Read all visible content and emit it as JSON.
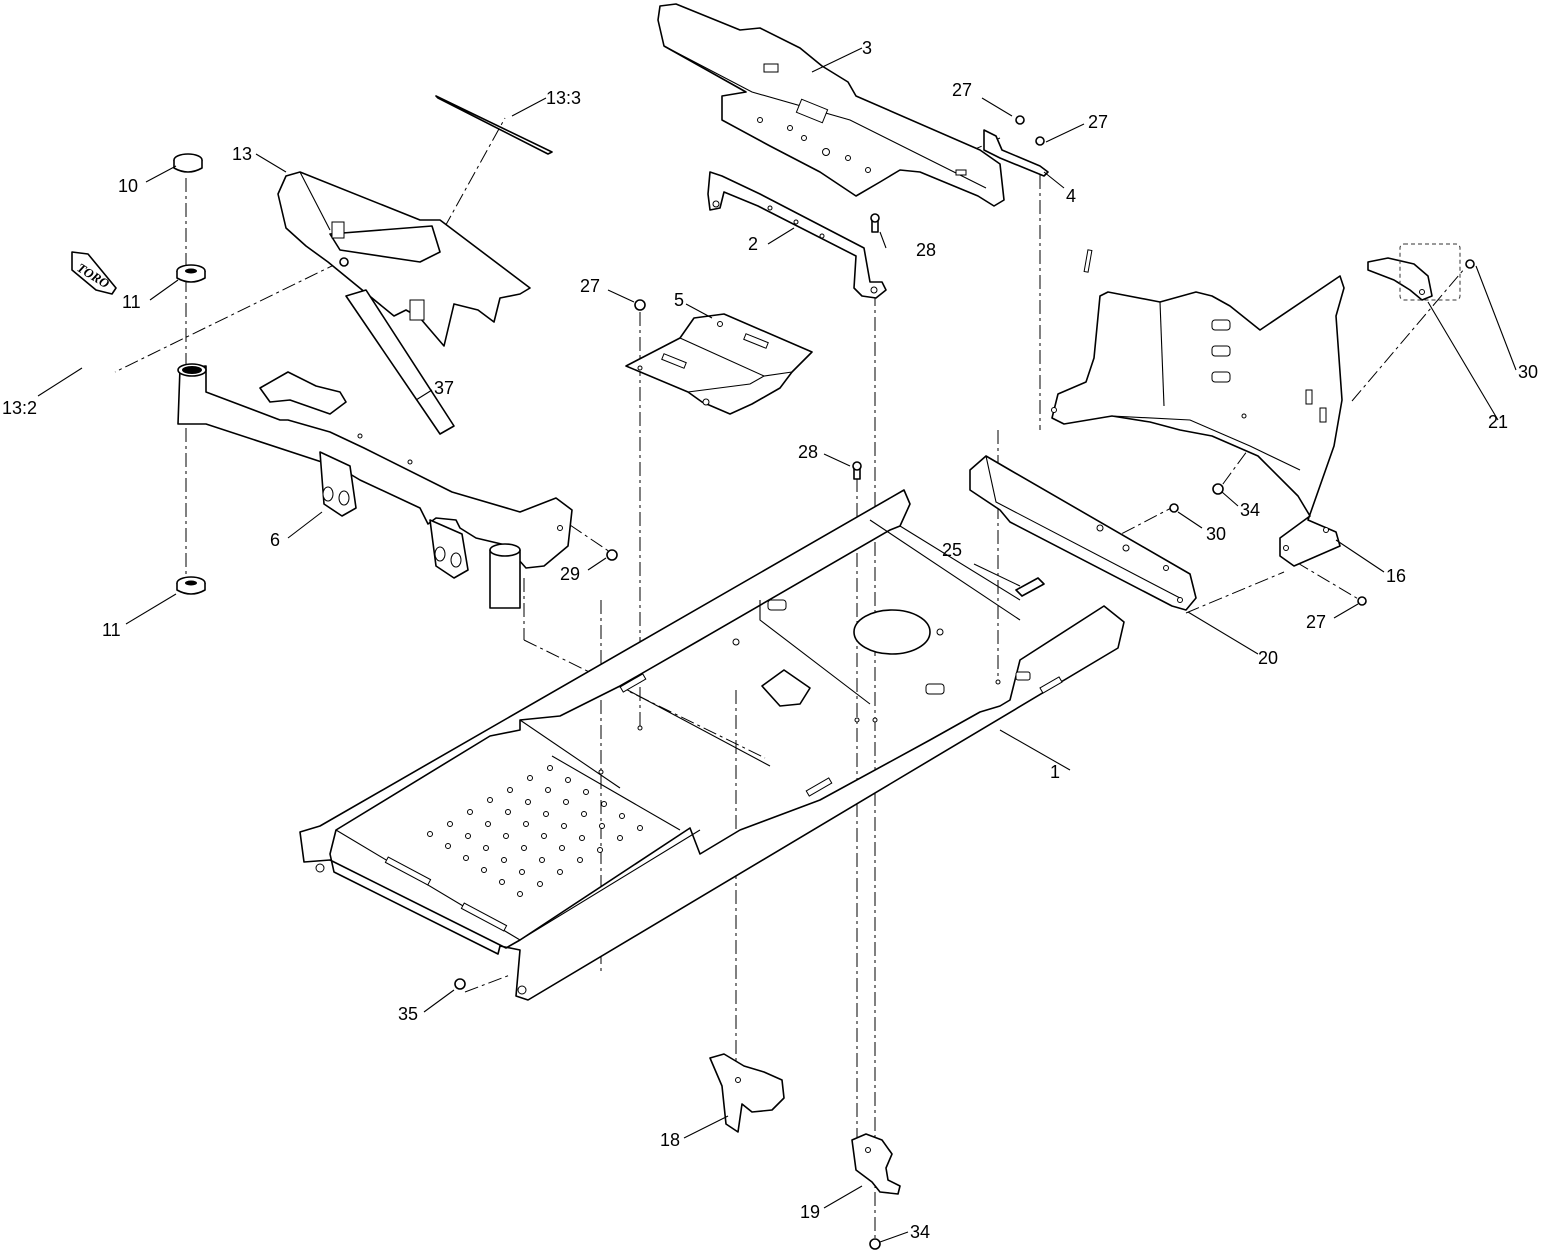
{
  "callouts": [
    {
      "label": "1"
    },
    {
      "label": "2"
    },
    {
      "label": "3"
    },
    {
      "label": "4"
    },
    {
      "label": "5"
    },
    {
      "label": "6"
    },
    {
      "label": "10"
    },
    {
      "label": "11"
    },
    {
      "label": "11"
    },
    {
      "label": "13"
    },
    {
      "label": "13:2"
    },
    {
      "label": "13:3"
    },
    {
      "label": "16"
    },
    {
      "label": "18"
    },
    {
      "label": "19"
    },
    {
      "label": "20"
    },
    {
      "label": "21"
    },
    {
      "label": "25"
    },
    {
      "label": "27"
    },
    {
      "label": "27"
    },
    {
      "label": "27"
    },
    {
      "label": "27"
    },
    {
      "label": "28"
    },
    {
      "label": "28"
    },
    {
      "label": "29"
    },
    {
      "label": "30"
    },
    {
      "label": "30"
    },
    {
      "label": "34"
    },
    {
      "label": "34"
    },
    {
      "label": "35"
    },
    {
      "label": "37"
    }
  ],
  "decal_text": "TORO"
}
